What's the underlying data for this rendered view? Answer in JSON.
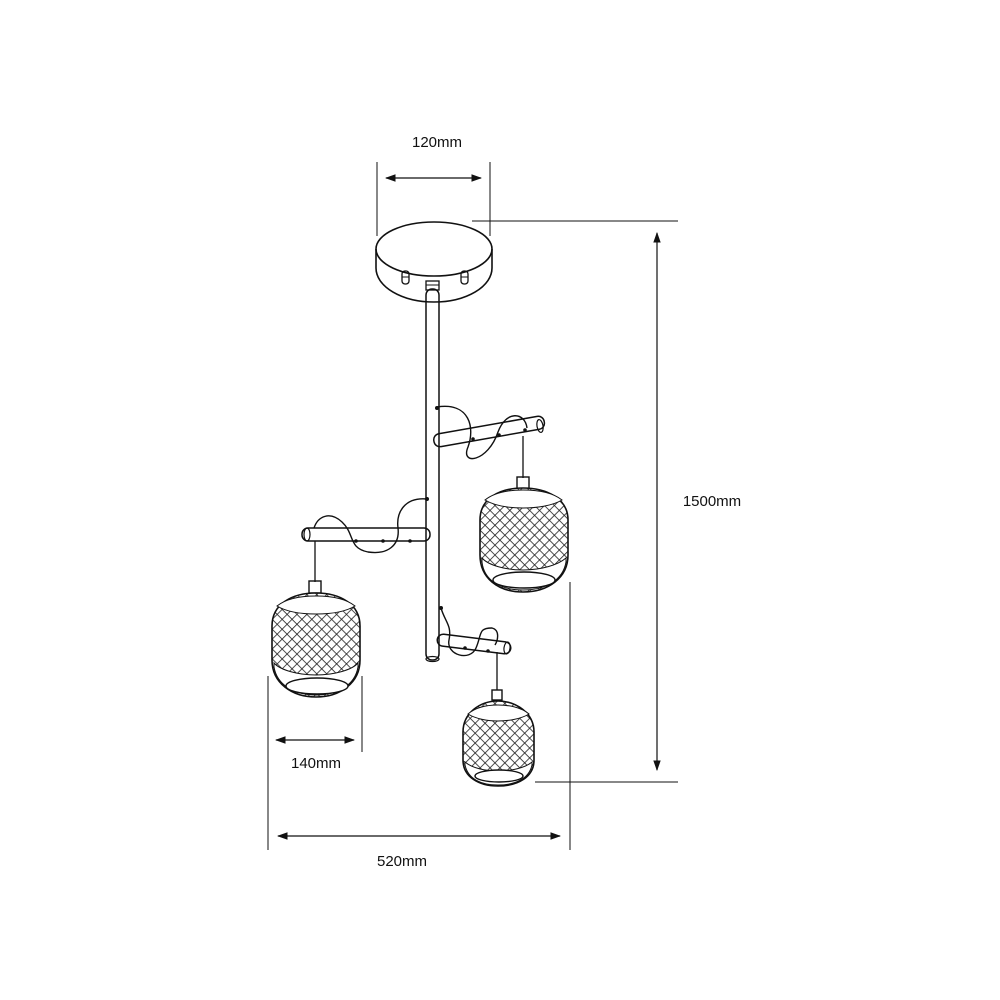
{
  "dimensions": {
    "canopy_width": "120mm",
    "total_height": "1500mm",
    "shade_width": "140mm",
    "total_width": "520mm"
  },
  "colors": {
    "line": "#111111",
    "background": "#ffffff",
    "mesh": "#222222"
  }
}
